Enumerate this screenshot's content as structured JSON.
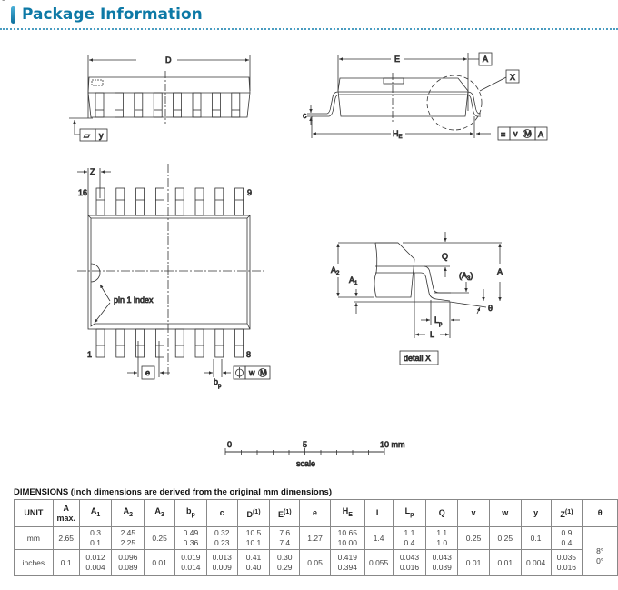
{
  "header": {
    "title": "Package Information"
  },
  "drawing": {
    "side_view": {
      "D": "D",
      "flatness_symbol": "▱",
      "y": "y"
    },
    "end_view": {
      "E": "E",
      "datum_A": "A",
      "detail_ref": "X",
      "c": "c",
      "H": "H",
      "H_sub": "E",
      "frame": {
        "symbol": "≡",
        "v": "v",
        "M": "M",
        "datum": "A"
      }
    },
    "top_view": {
      "Z": "Z",
      "pin16": "16",
      "pin9": "9",
      "pin1": "1",
      "pin8": "8",
      "pin1_index": "pin 1 index",
      "e": "e",
      "b": "b",
      "b_sub": "p",
      "frame": {
        "symbol": "⊕",
        "w": "w",
        "M": "M"
      }
    },
    "detail": {
      "Q": "Q",
      "A2": "A",
      "A2_sub": "2",
      "A1": "A",
      "A1_sub": "1",
      "A3_open": "(A",
      "A3_sub": "3",
      "A3_close": ")",
      "A": "A",
      "Lp": "L",
      "Lp_sub": "p",
      "L": "L",
      "theta": "θ",
      "caption": "detail X"
    },
    "scale": {
      "t0": "0",
      "t5": "5",
      "t10": "10 mm",
      "label": "scale"
    }
  },
  "table": {
    "caption": "DIMENSIONS (inch dimensions are derived from the original mm dimensions)",
    "headers": [
      {
        "main": "UNIT"
      },
      {
        "main": "A",
        "sub2": "max."
      },
      {
        "main": "A",
        "sub": "1"
      },
      {
        "main": "A",
        "sub": "2"
      },
      {
        "main": "A",
        "sub": "3"
      },
      {
        "main": "b",
        "sub": "p"
      },
      {
        "main": "c"
      },
      {
        "main": "D",
        "sup": "(1)"
      },
      {
        "main": "E",
        "sup": "(1)"
      },
      {
        "main": "e"
      },
      {
        "main": "H",
        "sub": "E"
      },
      {
        "main": "L"
      },
      {
        "main": "L",
        "sub": "p"
      },
      {
        "main": "Q"
      },
      {
        "main": "v"
      },
      {
        "main": "w"
      },
      {
        "main": "y"
      },
      {
        "main": "Z",
        "sup": "(1)"
      },
      {
        "main": "θ"
      }
    ],
    "rows": [
      {
        "unit": "mm",
        "cells": [
          [
            "2.65"
          ],
          [
            "0.3",
            "0.1"
          ],
          [
            "2.45",
            "2.25"
          ],
          [
            "0.25"
          ],
          [
            "0.49",
            "0.36"
          ],
          [
            "0.32",
            "0.23"
          ],
          [
            "10.5",
            "10.1"
          ],
          [
            "7.6",
            "7.4"
          ],
          [
            "1.27"
          ],
          [
            "10.65",
            "10.00"
          ],
          [
            "1.4"
          ],
          [
            "1.1",
            "0.4"
          ],
          [
            "1.1",
            "1.0"
          ],
          [
            "0.25"
          ],
          [
            "0.25"
          ],
          [
            "0.1"
          ],
          [
            "0.9",
            "0.4"
          ]
        ]
      },
      {
        "unit": "inches",
        "cells": [
          [
            "0.1"
          ],
          [
            "0.012",
            "0.004"
          ],
          [
            "0.096",
            "0.089"
          ],
          [
            "0.01"
          ],
          [
            "0.019",
            "0.014"
          ],
          [
            "0.013",
            "0.009"
          ],
          [
            "0.41",
            "0.40"
          ],
          [
            "0.30",
            "0.29"
          ],
          [
            "0.05"
          ],
          [
            "0.419",
            "0.394"
          ],
          [
            "0.055"
          ],
          [
            "0.043",
            "0.016"
          ],
          [
            "0.043",
            "0.039"
          ],
          [
            "0.01"
          ],
          [
            "0.01"
          ],
          [
            "0.004"
          ],
          [
            "0.035",
            "0.016"
          ]
        ]
      }
    ],
    "theta": [
      "8°",
      "0°"
    ]
  }
}
